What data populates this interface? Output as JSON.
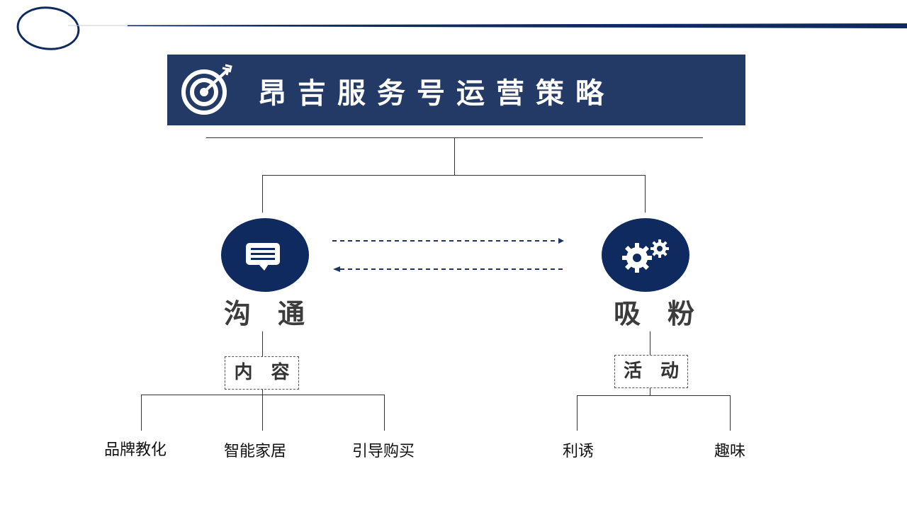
{
  "title": "昂吉服务号运营策略",
  "colors": {
    "primary_navy": "#233a66",
    "circle_navy": "#0e2a5e",
    "line": "#333333"
  },
  "icons": {
    "title": "target-arrow-icon",
    "left_circle": "chat-bubble-icon",
    "right_circle": "gears-icon"
  },
  "left_branch": {
    "label": "沟　通",
    "box": "内　容",
    "leaves": [
      "品牌教化",
      "智能家居",
      "引导购买"
    ]
  },
  "right_branch": {
    "label": "吸　粉",
    "box": "活　动",
    "leaves": [
      "利诱",
      "趣味"
    ]
  }
}
